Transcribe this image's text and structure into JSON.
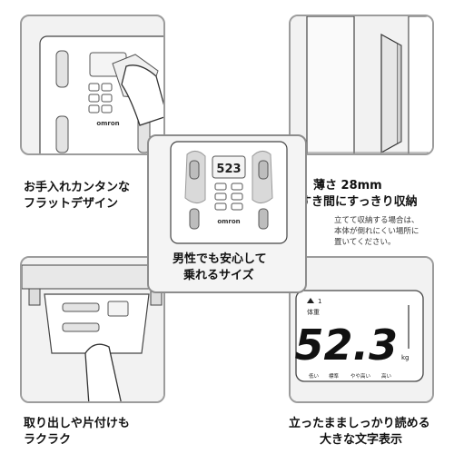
{
  "brand": "omron",
  "lcd_small": "523",
  "panels": {
    "top_left": {
      "caption_line1": "お手入れカンタンな",
      "caption_line2": "フラットデザイン"
    },
    "top_right": {
      "caption_line1": "薄さ 28mm",
      "caption_line2": "すき間にすっきり収納",
      "note_line1": "立てて収納する場合は、",
      "note_line2": "本体が倒れにくい場所に",
      "note_line3": "置いてください。"
    },
    "center": {
      "caption_line1": "男性でも安心して",
      "caption_line2": "乗れるサイズ"
    },
    "bottom_left": {
      "caption_line1": "取り出しや片付けも",
      "caption_line2": "ラクラク"
    },
    "bottom_right": {
      "caption_line1": "立ったまましっかり読める",
      "caption_line2": "大きな文字表示"
    }
  },
  "display": {
    "user_label": "1",
    "mode_label": "体重",
    "value": "52.3",
    "unit": "kg",
    "scale_labels": [
      "低い",
      "標準",
      "やや高い",
      "高い"
    ]
  },
  "colors": {
    "panel_border": "#9c9c9c",
    "panel_bg": "#f2f2f2",
    "scale_body": "#ffffff",
    "electrode": "#d6d6d6"
  }
}
